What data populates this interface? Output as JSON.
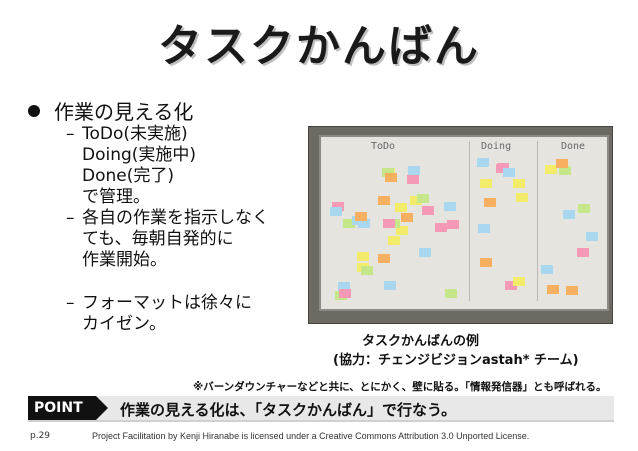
{
  "slide": {
    "title": "タスクかんばん",
    "bullet_main": "作業の見える化",
    "sub_items": [
      {
        "dash": "–",
        "text": "ToDo(未実施)\nDoing(実施中)\nDone(完了)\nで管理。"
      },
      {
        "dash": "–",
        "text": "各自の作業を指示しなく\nても、毎朝自発的に\n作業開始。"
      },
      {
        "dash": "–",
        "text": "フォーマットは徐々に\nカイゼン。"
      }
    ],
    "photo": {
      "headers": [
        "ToDo",
        "Doing",
        "Done"
      ],
      "caption_line1": "タスクかんばんの例",
      "caption_line2": "(協力：チェンジビジョンastah* チーム)",
      "note_colors": [
        "#f3ec6a",
        "#f49ab6",
        "#a9d7ef",
        "#f7b060",
        "#c6e68a"
      ]
    },
    "footnote": "※バーンダウンチャーなどと共に、とにかく、壁に貼る。「情報発信器」とも呼ばれる。",
    "point": {
      "label": "POINT",
      "text": "作業の見える化は、「タスクかんばん」で行なう。"
    },
    "footer": {
      "page": "p.29",
      "license": "Project Facilitation by Kenji Hiranabe is licensed under a Creative Commons Attribution 3.0 Unported License."
    }
  }
}
